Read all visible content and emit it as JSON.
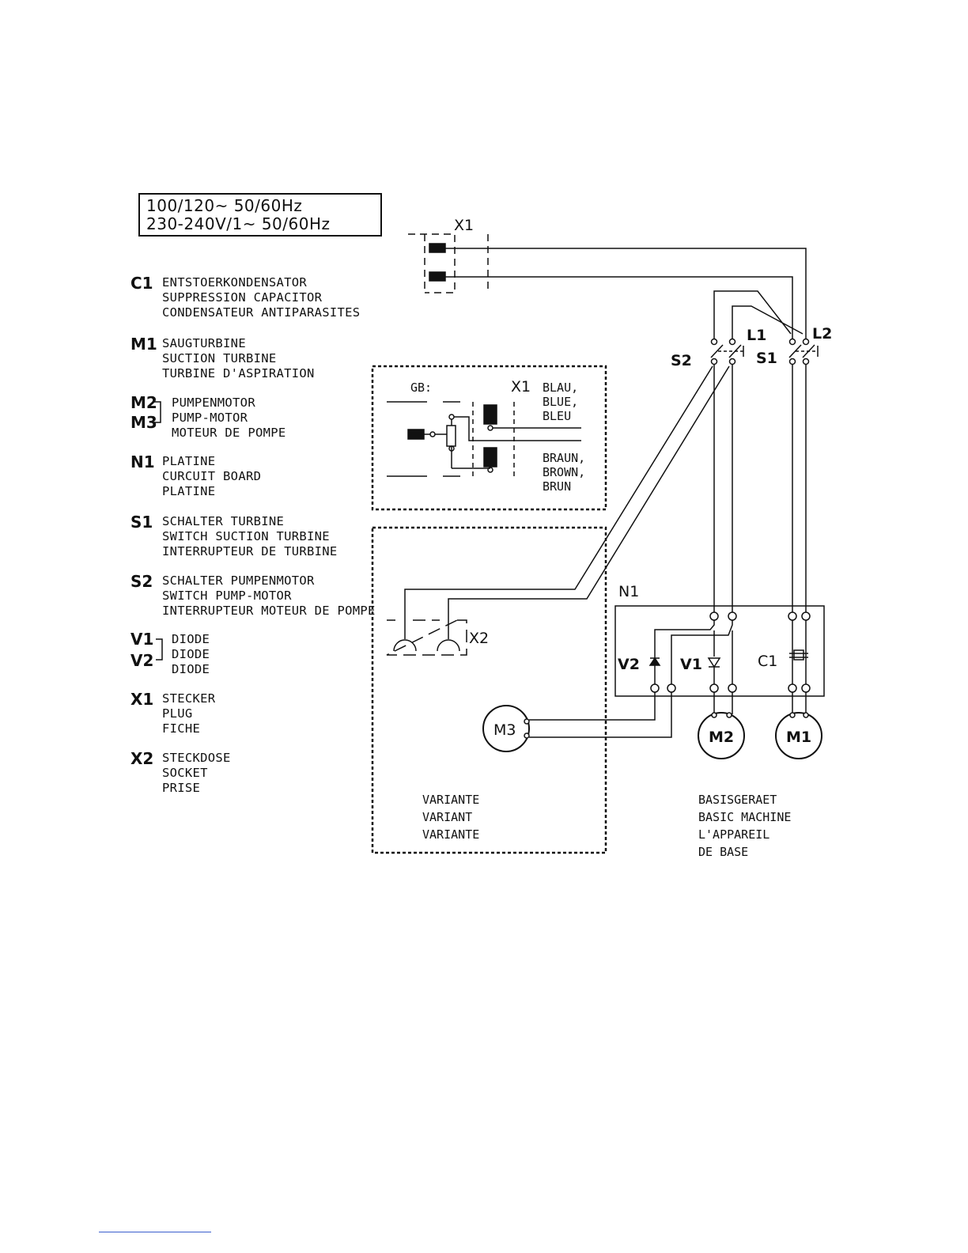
{
  "supply": {
    "line1": "100/120~ 50/60Hz",
    "line2": "230-240V/1~ 50/60Hz"
  },
  "legend": [
    {
      "code": "C1",
      "lines": [
        "ENTSTOERKONDENSATOR",
        "SUPPRESSION CAPACITOR",
        "CONDENSATEUR ANTIPARASITES"
      ]
    },
    {
      "code": "M1",
      "lines": [
        "SAUGTURBINE",
        "SUCTION TURBINE",
        "TURBINE D'ASPIRATION"
      ]
    },
    {
      "code": "M2",
      "lines": [
        "PUMPENMOTOR",
        "PUMP-MOTOR",
        "MOTEUR DE POMPE"
      ]
    },
    {
      "code": "M3",
      "lines": []
    },
    {
      "code": "N1",
      "lines": [
        "PLATINE",
        "CURCUIT BOARD",
        "PLATINE"
      ]
    },
    {
      "code": "S1",
      "lines": [
        "SCHALTER TURBINE",
        "SWITCH SUCTION TURBINE",
        "INTERRUPTEUR DE TURBINE"
      ]
    },
    {
      "code": "S2",
      "lines": [
        "SCHALTER PUMPENMOTOR",
        "SWITCH PUMP-MOTOR",
        "INTERRUPTEUR MOTEUR DE POMPE"
      ]
    },
    {
      "code": "V1",
      "lines": [
        "DIODE",
        "DIODE",
        "DIODE"
      ]
    },
    {
      "code": "V2",
      "lines": []
    },
    {
      "code": "X1",
      "lines": [
        "STECKER",
        "PLUG",
        "FICHE"
      ]
    },
    {
      "code": "X2",
      "lines": [
        "STECKDOSE",
        "SOCKET",
        "PRISE"
      ]
    }
  ],
  "diagram": {
    "plug_label": "X1",
    "gb_inset": {
      "gb_label": "GB:",
      "x1_label": "X1",
      "blue": [
        "BLAU,",
        "BLUE,",
        "BLEU"
      ],
      "brown": [
        "BRAUN,",
        "BROWN,",
        "BRUN"
      ]
    },
    "socket_label": "X2",
    "motor_m3": "M3",
    "motor_m2": "M2",
    "motor_m1": "M1",
    "board_label": "N1",
    "switch_s1": "S1",
    "switch_s2": "S2",
    "line_l1": "L1",
    "line_l2": "L2",
    "diode_v1": "V1",
    "diode_v2": "V2",
    "capacitor_c1": "C1",
    "variant_caption": [
      "VARIANTE",
      "VARIANT",
      "VARIANTE"
    ],
    "basic_caption": [
      "BASISGERAET",
      "BASIC MACHINE",
      "L'APPAREIL",
      "DE BASE"
    ]
  }
}
